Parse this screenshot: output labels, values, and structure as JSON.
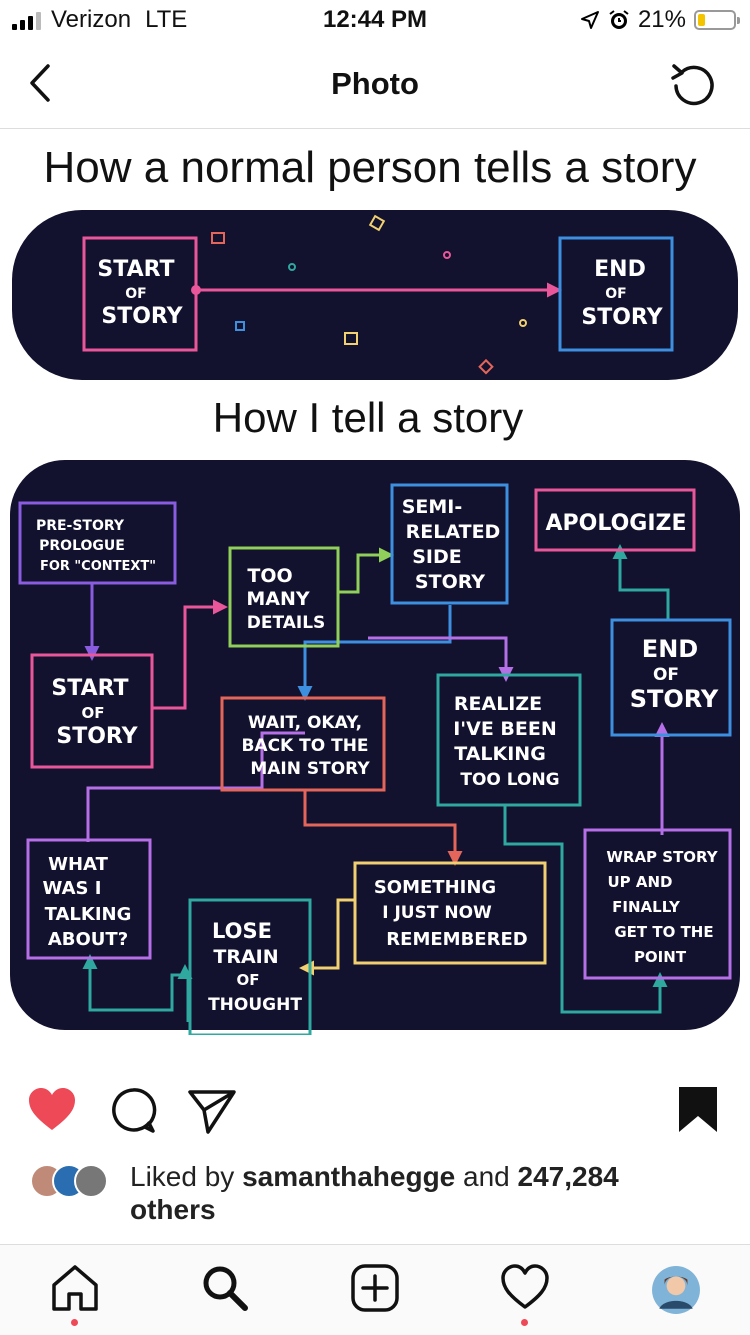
{
  "status_bar": {
    "carrier": "Verizon",
    "network": "LTE",
    "time": "12:44 PM",
    "battery": "21%",
    "battery_level": 0.21,
    "battery_color": "#f4c400"
  },
  "nav": {
    "title": "Photo",
    "back_icon": "chevron-left-icon",
    "refresh_icon": "refresh-icon"
  },
  "photo": {
    "title_top": "How a normal person tells a story",
    "title_bottom": "How I tell a story",
    "top_panel": {
      "start": [
        "START",
        "OF",
        "STORY"
      ],
      "end": [
        "END",
        "OF",
        "STORY"
      ]
    },
    "boxes": {
      "prologue": [
        "PRE-STORY",
        "PROLOGUE",
        "FOR \"CONTEXT\""
      ],
      "details": [
        "TOO",
        "MANY",
        "DETAILS"
      ],
      "semi": [
        "SEMI-",
        "RELATED",
        "SIDE",
        "STORY"
      ],
      "apologize": [
        "APOLOGIZE"
      ],
      "start": [
        "START",
        "OF",
        "STORY"
      ],
      "wait": [
        "WAIT, OKAY,",
        "BACK TO THE",
        "MAIN STORY"
      ],
      "realize": [
        "REALIZE",
        "I'VE BEEN",
        "TALKING",
        "TOO LONG"
      ],
      "end": [
        "END",
        "OF",
        "STORY"
      ],
      "what": [
        "WHAT",
        "WAS I",
        "TALKING",
        "ABOUT?"
      ],
      "something": [
        "SOMETHING",
        "I JUST NOW",
        "REMEMBERED"
      ],
      "lose": [
        "LOSE",
        "TRAIN",
        "OF",
        "THOUGHT"
      ],
      "wrap": [
        "WRAP STORY",
        "UP AND",
        "FINALLY",
        "GET TO THE",
        "POINT"
      ]
    },
    "colors": {
      "panel": "#12112e",
      "pink": "#e9579a",
      "blue": "#3d8fe0",
      "purple": "#8a5ce0",
      "green": "#3fb58a",
      "lime": "#8fcf5a",
      "teal": "#2fa8a0",
      "yellow": "#f0d070",
      "orange": "#e4665a",
      "violet": "#b570e8"
    }
  },
  "actions": {
    "like_icon": "heart-filled-icon",
    "comment_icon": "comment-icon",
    "share_icon": "send-icon",
    "save_icon": "bookmark-icon",
    "like_color": "#ed4956"
  },
  "likes": {
    "prefix": "Liked by",
    "user": "samanthahegge",
    "middle": "and",
    "count": "247,284",
    "suffix": "others"
  },
  "tabbar": {
    "home_icon": "home-icon",
    "search_icon": "search-icon",
    "add_icon": "add-post-icon",
    "activity_icon": "heart-outline-icon",
    "profile_icon": "profile-avatar-icon"
  }
}
